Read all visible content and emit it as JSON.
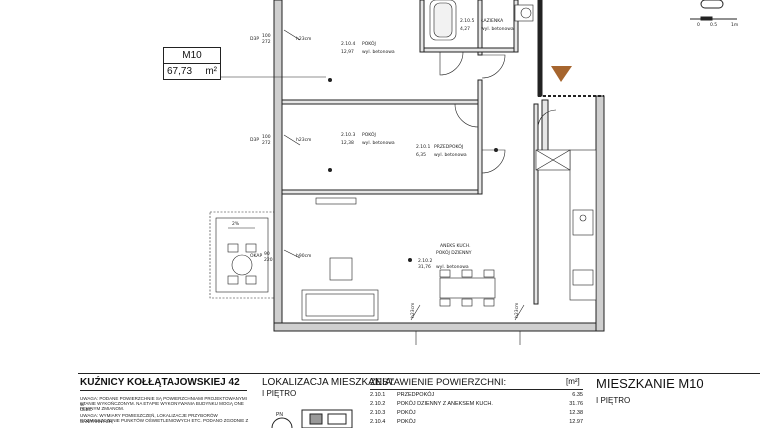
{
  "unit_box": {
    "name": "M10",
    "area": "67,73",
    "unit": "m²"
  },
  "rooms": [
    {
      "id": "r4",
      "no": "2.10.4",
      "name": "POKÓJ",
      "area": "12,97",
      "floor": "wyl. betonowa"
    },
    {
      "id": "r3",
      "no": "2.10.3",
      "name": "POKÓJ",
      "area": "12,38",
      "floor": "wyl. betonowa"
    },
    {
      "id": "r5",
      "no": "2.10.5",
      "name": "ŁAZIENKA",
      "area": "4,27",
      "floor": "wyl. betonowa"
    },
    {
      "id": "r1",
      "no": "2.10.1",
      "name": "PRZEDPOKÓJ",
      "area": "6,35",
      "floor": "wyl. betonowa"
    },
    {
      "id": "r2",
      "no": "2.10.2",
      "name": "ANEKS KUCH.",
      "name2": "POKÓJ DZIENNY",
      "area": "31,76",
      "floor": "wyl. betonowa"
    }
  ],
  "window_tags": [
    {
      "top": "D3P",
      "mid1": "100",
      "mid2": "272"
    },
    {
      "top": "D3P",
      "mid1": "100",
      "mid2": "272"
    },
    {
      "top": "OKAP",
      "mid1": "90",
      "mid2": "220"
    }
  ],
  "window_dims": [
    "h23cm",
    "h23cm",
    "h90cm",
    "h23cm",
    "h23cm"
  ],
  "balcony_slope": "2%",
  "scale": {
    "zero": "0",
    "half": "0.5",
    "one": "1m"
  },
  "address": "KUŹNICY KOŁŁĄTAJOWSKIEJ 42",
  "notes": [
    "UWAGA: PODANE POWIERZCHNIE SĄ POWIERZCHNIAMI PROJEKTOWANYMI W",
    "STANIE WYKOŃCZONYM. NA ETAPIE WYKONYWANIA BUDYNKU MOGĄ ONE ULEC",
    "PEWNYM ZMIANOM.",
    "UWAGA: WYMIARY POMIESZCZEŃ, LOKALIZACJE PRZYBORÓW SANITARNYCH,",
    "ROZMIESZCZENIE PUNKTÓW OŚWIETLENIOWYCH ETC. PODANO ZGODNIE Z"
  ],
  "location": {
    "title": "LOKALIZACJA MIESZKANIA:",
    "floor": "I PIĘTRO",
    "pin": "PN"
  },
  "table": {
    "title": "ZESTAWIENIE POWIERZCHNI:",
    "unit": "[m²]",
    "rows": [
      {
        "no": "2.10.1",
        "name": "PRZEDPOKÓJ",
        "area": "6.35"
      },
      {
        "no": "2.10.2",
        "name": "POKÓJ DZIENNY Z ANEKSEM KUCH.",
        "area": "31.76"
      },
      {
        "no": "2.10.3",
        "name": "POKÓJ",
        "area": "12.38"
      },
      {
        "no": "2.10.4",
        "name": "POKÓJ",
        "area": "12.97"
      }
    ]
  },
  "apartment": {
    "title": "MIESZKANIE M10",
    "floor": "I PIĘTRO"
  }
}
